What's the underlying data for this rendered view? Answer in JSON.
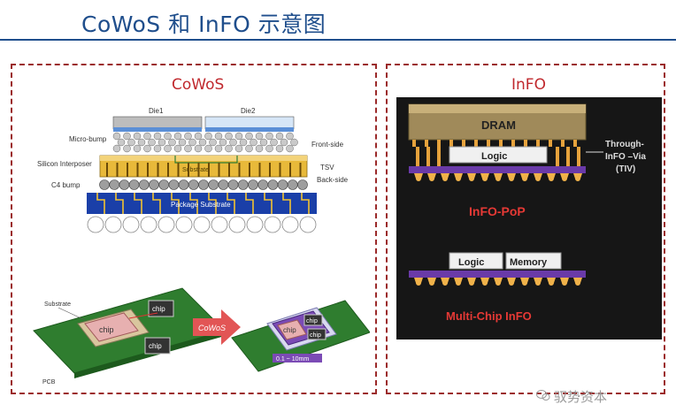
{
  "title": "CoWoS 和 InFO 示意图",
  "cowos": {
    "panel_title": "CoWoS",
    "cross_section": {
      "die1": "Die1",
      "die2": "Die2",
      "micro_bump": "Micro-bump",
      "front_side": "Front-side",
      "silicon_interposer": "Silicon Interposer",
      "substrate": "Substrate",
      "tsv": "TSV",
      "back_side": "Back-side",
      "c4_bump": "C4 bump",
      "package_substrate": "Package Substrate"
    },
    "assembly": {
      "substrate_label": "Substrate",
      "pcb_label": "PCB",
      "chip": "chip",
      "arrow_label": "CoWoS",
      "size_label": "0.1 ~ 10mm"
    }
  },
  "info": {
    "panel_title": "InFO",
    "dram": "DRAM",
    "logic": "Logic",
    "memory": "Memory",
    "tiv_label_1": "Through-",
    "tiv_label_2": "InFO –Via",
    "tiv_label_3": "(TIV)",
    "pop_label": "InFO-PoP",
    "multi_label": "Multi-Chip InFO"
  },
  "watermark": "驭势资本",
  "colors": {
    "title_blue": "#1f4e8c",
    "panel_red": "#c0282d",
    "dash_border": "#9b2a2a"
  }
}
